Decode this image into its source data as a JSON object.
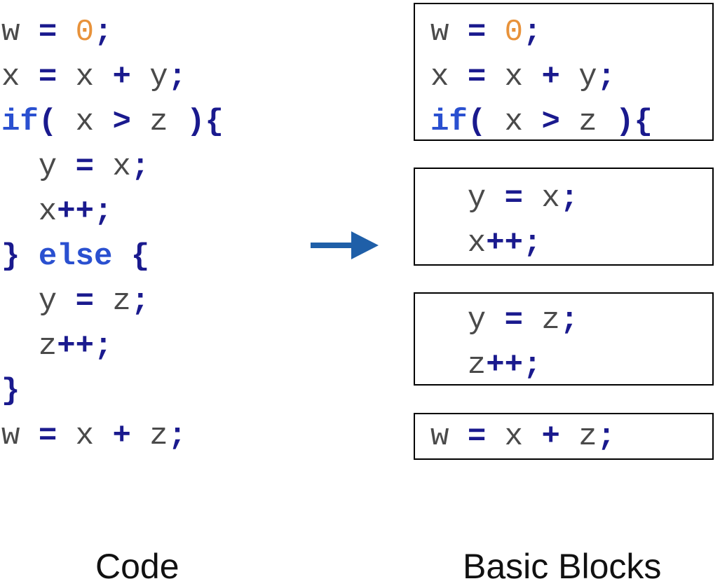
{
  "code": {
    "lines": [
      [
        {
          "t": "w ",
          "c": "id"
        },
        {
          "t": "=",
          "c": "op"
        },
        {
          "t": " ",
          "c": "id"
        },
        {
          "t": "0",
          "c": "num"
        },
        {
          "t": ";",
          "c": "op"
        }
      ],
      [
        {
          "t": "x ",
          "c": "id"
        },
        {
          "t": "=",
          "c": "op"
        },
        {
          "t": " x ",
          "c": "id"
        },
        {
          "t": "+",
          "c": "op"
        },
        {
          "t": " y",
          "c": "id"
        },
        {
          "t": ";",
          "c": "op"
        }
      ],
      [
        {
          "t": "if",
          "c": "kw"
        },
        {
          "t": "(",
          "c": "op"
        },
        {
          "t": " x ",
          "c": "id"
        },
        {
          "t": ">",
          "c": "op"
        },
        {
          "t": " z ",
          "c": "id"
        },
        {
          "t": "){",
          "c": "op"
        }
      ],
      [
        {
          "t": "  y ",
          "c": "id"
        },
        {
          "t": "=",
          "c": "op"
        },
        {
          "t": " x",
          "c": "id"
        },
        {
          "t": ";",
          "c": "op"
        }
      ],
      [
        {
          "t": "  x",
          "c": "id"
        },
        {
          "t": "++;",
          "c": "op"
        }
      ],
      [
        {
          "t": "} ",
          "c": "op"
        },
        {
          "t": "else",
          "c": "kw"
        },
        {
          "t": " {",
          "c": "op"
        }
      ],
      [
        {
          "t": "  y ",
          "c": "id"
        },
        {
          "t": "=",
          "c": "op"
        },
        {
          "t": " z",
          "c": "id"
        },
        {
          "t": ";",
          "c": "op"
        }
      ],
      [
        {
          "t": "  z",
          "c": "id"
        },
        {
          "t": "++;",
          "c": "op"
        }
      ],
      [
        {
          "t": "}",
          "c": "op"
        }
      ],
      [
        {
          "t": "w ",
          "c": "id"
        },
        {
          "t": "=",
          "c": "op"
        },
        {
          "t": " x ",
          "c": "id"
        },
        {
          "t": "+",
          "c": "op"
        },
        {
          "t": " z",
          "c": "id"
        },
        {
          "t": ";",
          "c": "op"
        }
      ]
    ]
  },
  "basic_blocks": [
    {
      "lines": [
        [
          {
            "t": "w ",
            "c": "id"
          },
          {
            "t": "=",
            "c": "op"
          },
          {
            "t": " ",
            "c": "id"
          },
          {
            "t": "0",
            "c": "num"
          },
          {
            "t": ";",
            "c": "op"
          }
        ],
        [
          {
            "t": "x ",
            "c": "id"
          },
          {
            "t": "=",
            "c": "op"
          },
          {
            "t": " x ",
            "c": "id"
          },
          {
            "t": "+",
            "c": "op"
          },
          {
            "t": " y",
            "c": "id"
          },
          {
            "t": ";",
            "c": "op"
          }
        ],
        [
          {
            "t": "if",
            "c": "kw"
          },
          {
            "t": "(",
            "c": "op"
          },
          {
            "t": " x ",
            "c": "id"
          },
          {
            "t": ">",
            "c": "op"
          },
          {
            "t": " z ",
            "c": "id"
          },
          {
            "t": "){",
            "c": "op"
          }
        ]
      ]
    },
    {
      "lines": [
        [
          {
            "t": "  y ",
            "c": "id"
          },
          {
            "t": "=",
            "c": "op"
          },
          {
            "t": " x",
            "c": "id"
          },
          {
            "t": ";",
            "c": "op"
          }
        ],
        [
          {
            "t": "  x",
            "c": "id"
          },
          {
            "t": "++;",
            "c": "op"
          }
        ]
      ]
    },
    {
      "lines": [
        [
          {
            "t": "  y ",
            "c": "id"
          },
          {
            "t": "=",
            "c": "op"
          },
          {
            "t": " z",
            "c": "id"
          },
          {
            "t": ";",
            "c": "op"
          }
        ],
        [
          {
            "t": "  z",
            "c": "id"
          },
          {
            "t": "++;",
            "c": "op"
          }
        ]
      ]
    },
    {
      "lines": [
        [
          {
            "t": "w ",
            "c": "id"
          },
          {
            "t": "=",
            "c": "op"
          },
          {
            "t": " x ",
            "c": "id"
          },
          {
            "t": "+",
            "c": "op"
          },
          {
            "t": " z",
            "c": "id"
          },
          {
            "t": ";",
            "c": "op"
          }
        ]
      ]
    }
  ],
  "captions": {
    "code": "Code",
    "blocks": "Basic Blocks"
  },
  "colors": {
    "identifier": "#4a4a4a",
    "operator": "#1a1a8e",
    "keyword": "#2a50d0",
    "number": "#e8923a",
    "arrow": "#1f5fa8",
    "border": "#000000"
  },
  "icons": {
    "arrow": "arrow-right-icon"
  }
}
